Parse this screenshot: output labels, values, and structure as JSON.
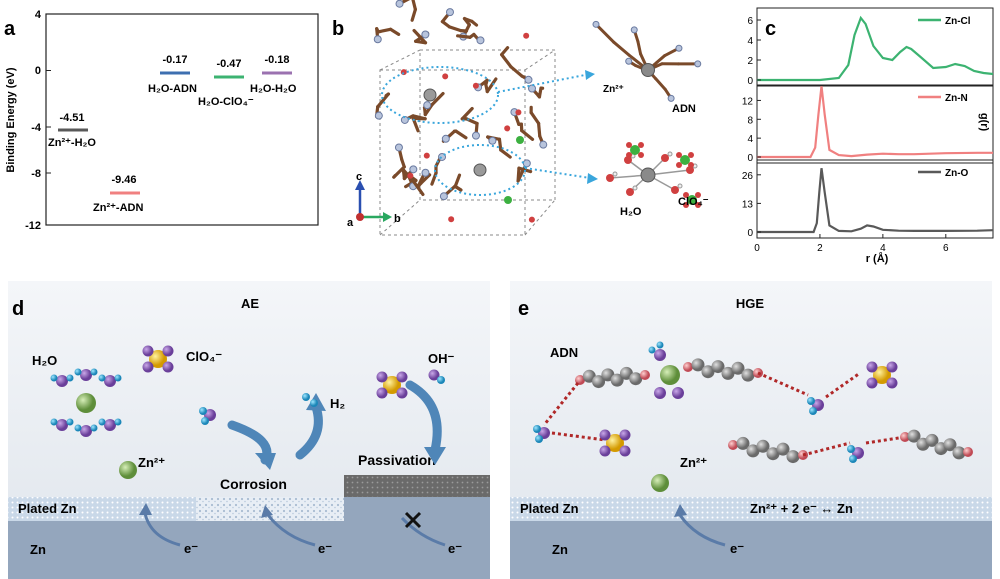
{
  "panel_labels": {
    "a": "a",
    "b": "b",
    "c": "c",
    "d": "d",
    "e": "e"
  },
  "panel_a": {
    "ylabel": "Binding Energy (eV)",
    "yticks": [
      "4",
      "0",
      "-4",
      "-8",
      "-12"
    ],
    "bars": [
      {
        "value_text": "-4.51",
        "label": "Zn²⁺-H₂O",
        "value": -4.51,
        "color": "#595959"
      },
      {
        "value_text": "-9.46",
        "label": "Zn²⁺-ADN",
        "value": -9.46,
        "color": "#f08080"
      },
      {
        "value_text": "-0.17",
        "label": "H₂O-ADN",
        "value": -0.17,
        "color": "#3e6fb0"
      },
      {
        "value_text": "-0.47",
        "label": "H₂O-ClO₄⁻",
        "value": -0.47,
        "color": "#3cb371"
      },
      {
        "value_text": "-0.18",
        "label": "H₂O-H₂O",
        "value": -0.18,
        "color": "#9b72b0"
      }
    ]
  },
  "panel_b": {
    "axis_c": "c",
    "axis_b": "b",
    "axis_a": "a",
    "zn_label": "Zn²⁺",
    "adn_label": "ADN",
    "h2o_label": "H₂O",
    "clo4_label": "ClO₄⁻"
  },
  "chart_data": {
    "type": "line",
    "xlabel": "r (Å)",
    "ylabel": "g(r)",
    "xticks": [
      "0",
      "2",
      "4",
      "6"
    ],
    "xlim": [
      0,
      7.5
    ],
    "series": [
      {
        "name": "Zn-Cl",
        "color": "#3cb371",
        "yticks": [
          "6",
          "4",
          "2",
          "0"
        ],
        "ylim": [
          0,
          6.6
        ],
        "x": [
          0,
          1,
          2,
          2.6,
          2.9,
          3.1,
          3.3,
          3.45,
          3.7,
          4.0,
          4.3,
          4.55,
          4.75,
          4.9,
          5.2,
          5.6,
          6.0,
          6.3,
          6.6,
          6.9,
          7.2,
          7.5
        ],
        "y": [
          0,
          0,
          0,
          0.2,
          1.5,
          4.5,
          6.2,
          5.6,
          3.4,
          2.2,
          2.0,
          2.8,
          3.3,
          3.1,
          2.3,
          1.2,
          1.3,
          1.6,
          1.4,
          0.9,
          0.7,
          0.6
        ]
      },
      {
        "name": "Zn-N",
        "color": "#f08080",
        "yticks": [
          "12",
          "8",
          "4",
          "0"
        ],
        "ylim": [
          0,
          14
        ],
        "x": [
          0,
          1.7,
          1.85,
          1.95,
          2.05,
          2.15,
          2.3,
          2.6,
          3.0,
          3.5,
          4.0,
          4.5,
          5.0,
          6.0,
          7.0,
          7.5
        ],
        "y": [
          0,
          0,
          2,
          9,
          15,
          9,
          1.5,
          0.4,
          0.2,
          0.5,
          0.7,
          0.6,
          0.6,
          0.8,
          0.9,
          0.9
        ]
      },
      {
        "name": "Zn-O",
        "color": "#595959",
        "yticks": [
          "26",
          "13",
          "0"
        ],
        "ylim": [
          0,
          30
        ],
        "x": [
          0,
          1.8,
          1.9,
          1.98,
          2.05,
          2.15,
          2.3,
          2.6,
          3.0,
          3.3,
          3.5,
          3.7,
          4.0,
          4.5,
          5.0,
          6.0,
          7.0,
          7.5
        ],
        "y": [
          0,
          0,
          4,
          18,
          29,
          18,
          3,
          0.5,
          0.3,
          1.5,
          3.0,
          2.5,
          1.0,
          0.6,
          0.5,
          0.5,
          0.6,
          0.8
        ]
      }
    ]
  },
  "panel_d": {
    "title": "AE",
    "h2o": "H₂O",
    "clo4": "ClO₄⁻",
    "h2": "H₂",
    "oh": "OH⁻",
    "zn2": "Zn²⁺",
    "corrosion": "Corrosion",
    "passivation": "Passivation",
    "plated": "Plated Zn",
    "zn": "Zn",
    "e1": "e⁻",
    "e2": "e⁻",
    "e3": "e⁻"
  },
  "panel_e": {
    "title": "HGE",
    "adn": "ADN",
    "zn2": "Zn²⁺",
    "plated": "Plated Zn",
    "zn": "Zn",
    "eq": "Zn²⁺ + 2 e⁻ ↔ Zn",
    "e1": "e⁻"
  }
}
